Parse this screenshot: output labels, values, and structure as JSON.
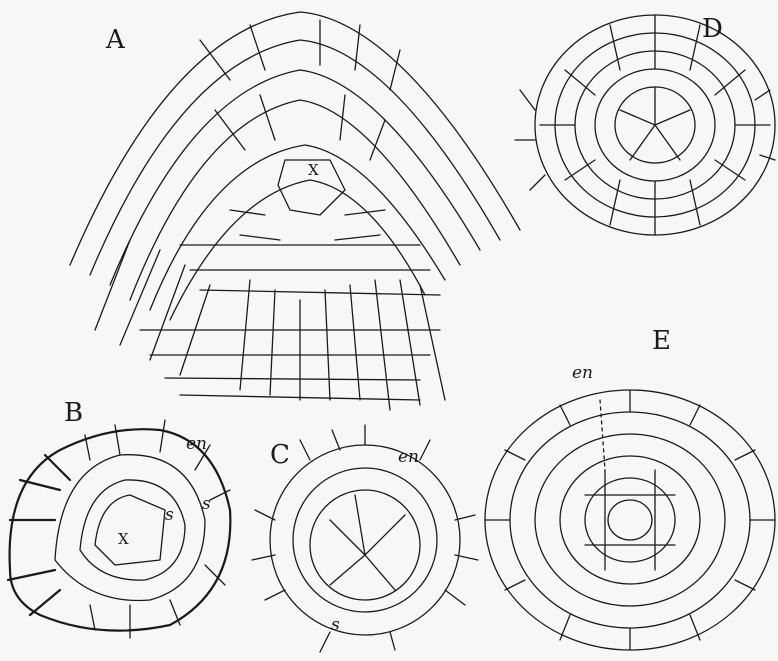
{
  "figure": {
    "panels": [
      {
        "id": "A",
        "label": "A",
        "marks": [
          "x"
        ]
      },
      {
        "id": "B",
        "label": "B",
        "marks": [
          "x",
          "en",
          "s",
          "s"
        ]
      },
      {
        "id": "C",
        "label": "C",
        "marks": [
          "en",
          "s"
        ]
      },
      {
        "id": "D",
        "label": "D",
        "marks": []
      },
      {
        "id": "E",
        "label": "E",
        "marks": [
          "en"
        ]
      }
    ]
  },
  "labels": {
    "A": "A",
    "B": "B",
    "C": "C",
    "D": "D",
    "E": "E",
    "x": "X",
    "en": "en",
    "s": "s"
  },
  "colors": {
    "ink": "#1a1a1a",
    "paper": "#f7f7f5"
  }
}
